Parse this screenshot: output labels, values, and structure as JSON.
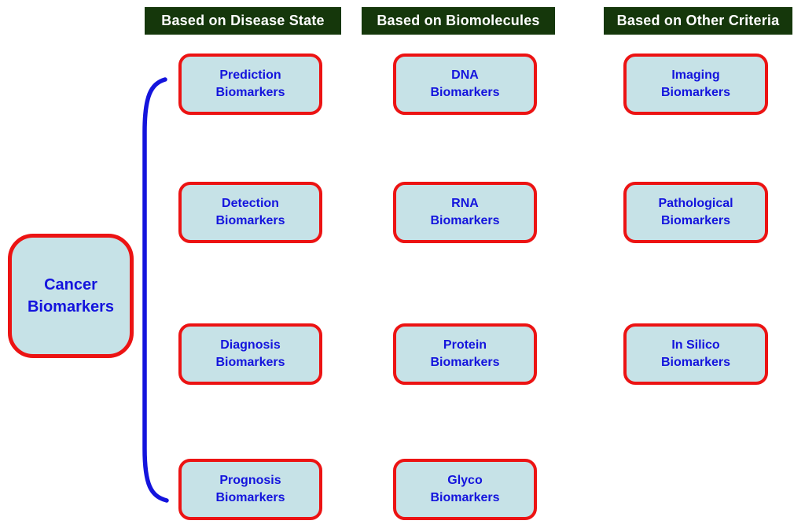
{
  "colors": {
    "header_bg": "#15370b",
    "header_text": "#ffffff",
    "box_fill": "#c6e2e7",
    "box_border": "#ec1313",
    "box_text": "#1414dd",
    "bracket": "#1414dd",
    "background": "#ffffff"
  },
  "root": {
    "label": "Cancer\nBiomarkers"
  },
  "columns": [
    {
      "header": "Based on Disease State",
      "items": [
        "Prediction\nBiomarkers",
        "Detection\nBiomarkers",
        "Diagnosis\nBiomarkers",
        "Prognosis\nBiomarkers"
      ]
    },
    {
      "header": "Based on Biomolecules",
      "items": [
        "DNA\nBiomarkers",
        "RNA\nBiomarkers",
        "Protein\nBiomarkers",
        "Glyco\nBiomarkers"
      ]
    },
    {
      "header": "Based on Other Criteria",
      "items": [
        "Imaging\nBiomarkers",
        "Pathological\nBiomarkers",
        "In Silico\nBiomarkers"
      ]
    }
  ]
}
